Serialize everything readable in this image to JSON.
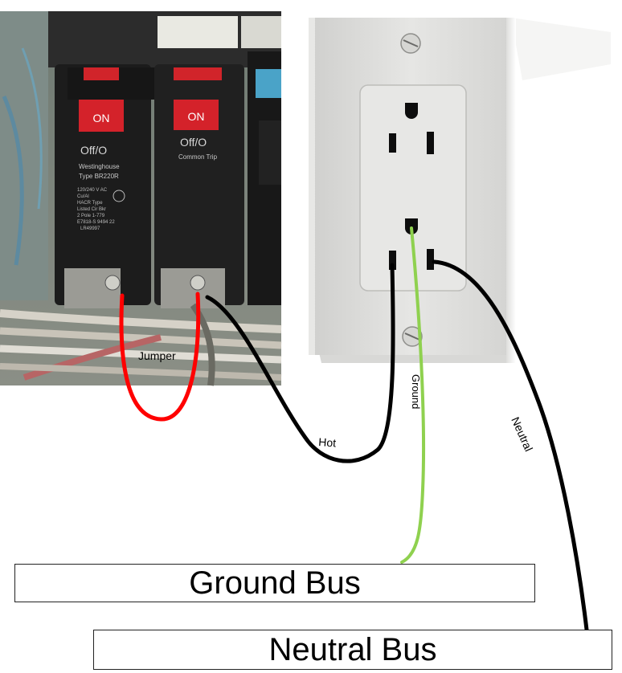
{
  "panel": {
    "breaker_left": {
      "on_label": "ON",
      "off_label": "Off/O",
      "brand": "Westinghouse",
      "model": "Type BR220R",
      "rating_1": "120/240 V AC",
      "rating_2": "Cu/Al",
      "rating_3": "HACR Type",
      "rating_4": "Listed Cir Bkr",
      "rating_5": "2 Pole  1-779",
      "rating_6": "E7818-S 9494 22",
      "rating_7": "LR49997"
    },
    "breaker_right": {
      "on_label": "ON",
      "off_label": "Off/O",
      "note": "Common Trip"
    }
  },
  "wires": {
    "jumper": {
      "label": "Jumper",
      "color": "#ff0000"
    },
    "hot": {
      "label": "Hot",
      "color": "#000000"
    },
    "ground": {
      "label": "Ground",
      "color": "#8fd14f"
    },
    "neutral": {
      "label": "Neutral",
      "color": "#000000"
    }
  },
  "buses": {
    "ground": "Ground Bus",
    "neutral": "Neutral  Bus"
  }
}
